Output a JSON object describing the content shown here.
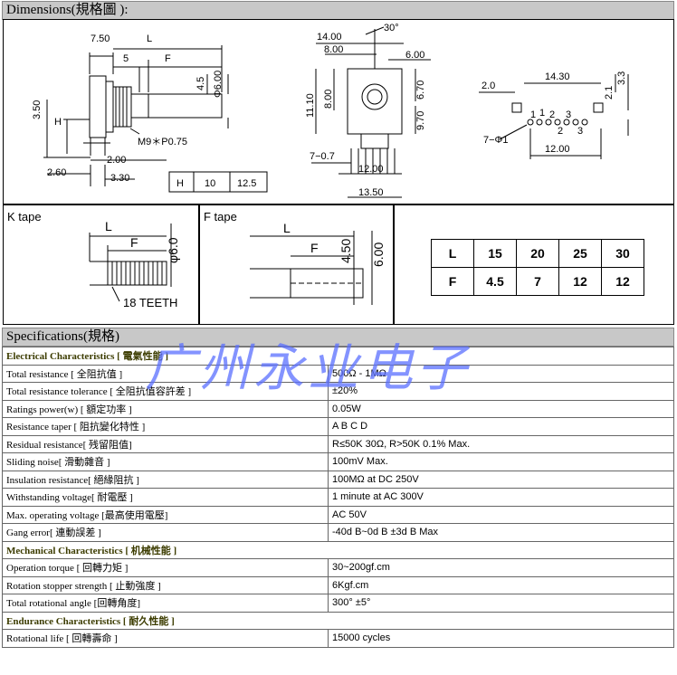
{
  "dimensions": {
    "title": "Dimensions(規格圖 ):",
    "side": {
      "d750": "7.50",
      "L": "L",
      "d5": "5",
      "F": "F",
      "d45": "4.5",
      "d600": "Φ6.00",
      "d350": "3.50",
      "H": "H",
      "thread": "M9＊P0.75",
      "d200": "2.00",
      "d260": "2.60",
      "d330": "3.30"
    },
    "h_table": [
      "H",
      "10",
      "12.5"
    ],
    "front": {
      "d1400": "14.00",
      "d800": "8.00",
      "a30": "30°",
      "d600": "6.00",
      "d1110": "11.10",
      "d8": "8.00",
      "d670": "6.70",
      "d970": "9.70",
      "d707": "7−0.7",
      "d1200": "12.00",
      "d1350": "13.50"
    },
    "pcb": {
      "d20": "2.0",
      "d1430": "14.30",
      "d21": "2.1",
      "d33": "3.3",
      "holes": "7−Φ1",
      "p1": "1",
      "p2": "2",
      "p3": "3",
      "d1200": "12.00"
    }
  },
  "tapes": {
    "k_title": "K tape",
    "k_L": "L",
    "k_F": "F",
    "k_d": "φ6.0",
    "k_teeth": "18 TEETH",
    "f_title": "F tape",
    "f_L": "L",
    "f_F": "F",
    "f_45": "4.50",
    "f_60": "6.00",
    "lf_table": [
      [
        "L",
        "15",
        "20",
        "25",
        "30"
      ],
      [
        "F",
        "4.5",
        "7",
        "12",
        "12"
      ]
    ]
  },
  "specs": {
    "title": "Specifications(規格)",
    "watermark": "广州永业电子",
    "rows": [
      {
        "section": true,
        "label": "Electrical Characteristics [ 電氣性能 ]"
      },
      {
        "label": "Total resistance [ 全阻抗值 ]",
        "value": "500Ω - 1MΩ"
      },
      {
        "label": "Total resistance tolerance [ 全阻抗值容許差 ]",
        "value": "±20%"
      },
      {
        "label": "Ratings power(w) [ 額定功率 ]",
        "value": "0.05W"
      },
      {
        "label": "Resistance taper [ 阻抗變化特性 ]",
        "value": "A  B  C  D"
      },
      {
        "label": "Residual resistance[ 残留阻值]",
        "value": "R≤50K  30Ω, R>50K  0.1% Max."
      },
      {
        "label": "Sliding noise[ 滑動雜音 ]",
        "value": "100mV  Max."
      },
      {
        "label": "Insulation resistance[ 絕緣阻抗 ]",
        "value": "100MΩ at DC 250V"
      },
      {
        "label": "Withstanding voltage[ 耐電壓 ]",
        "value": "1 minute at AC 300V"
      },
      {
        "label": "Max. operating voltage [最高使用電壓]",
        "value": "AC 50V"
      },
      {
        "label": "Gang error[ 連動誤差 ]",
        "value": "-40d B~0d B   ±3d B Max"
      },
      {
        "section": true,
        "label": "Mechanical Characteristics [ 机械性能 ]"
      },
      {
        "label": "Operation torque [ 回轉力矩 ]",
        "value": "30~200gf.cm"
      },
      {
        "label": "Rotation stopper strength [ 止動強度 ]",
        "value": "6Kgf.cm"
      },
      {
        "label": "Total rotational angle [回轉角度]",
        "value": "300° ±5°"
      },
      {
        "section": true,
        "label": "Endurance Characteristics [ 耐久性能 ]"
      },
      {
        "label": "Rotational life [ 回轉壽命 ]",
        "value": "15000 cycles"
      }
    ]
  }
}
